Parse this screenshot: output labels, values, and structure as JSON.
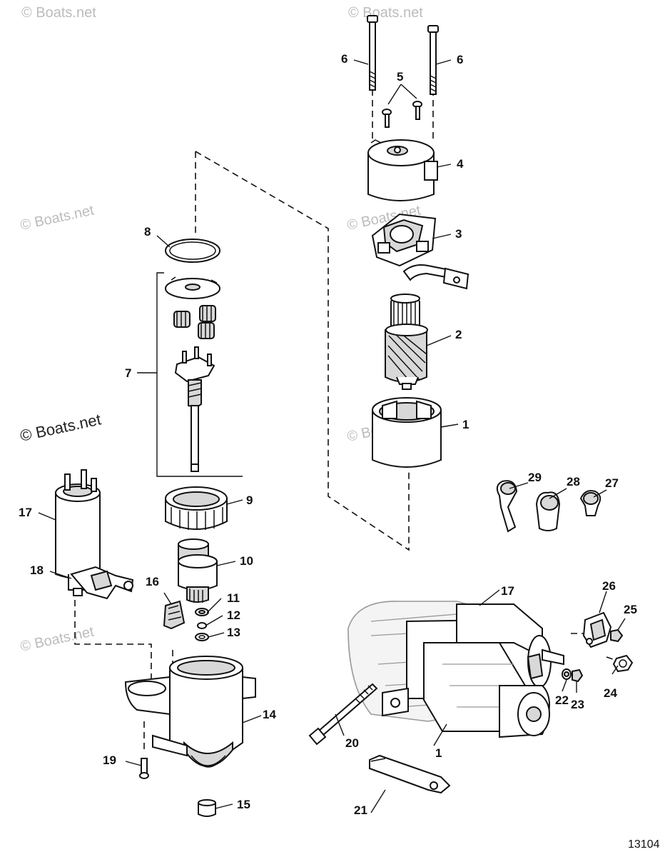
{
  "watermarks": [
    "© Boats.net",
    "© Boats.net",
    "© Boats.net",
    "© Boats.net",
    "© Boats.net",
    "© Boats.net",
    "© Boats.net"
  ],
  "callouts": {
    "c1a": "1",
    "c1b": "1",
    "c2": "2",
    "c3": "3",
    "c4": "4",
    "c5": "5",
    "c6a": "6",
    "c6b": "6",
    "c7": "7",
    "c8": "8",
    "c9": "9",
    "c10": "10",
    "c11": "11",
    "c12": "12",
    "c13": "13",
    "c14": "14",
    "c15": "15",
    "c16": "16",
    "c17a": "17",
    "c17b": "17",
    "c18": "18",
    "c19": "19",
    "c20": "20",
    "c21": "21",
    "c22": "22",
    "c23": "23",
    "c24": "24",
    "c25": "25",
    "c26": "26",
    "c27": "27",
    "c28": "28",
    "c29": "29"
  },
  "figure_number": "13104"
}
